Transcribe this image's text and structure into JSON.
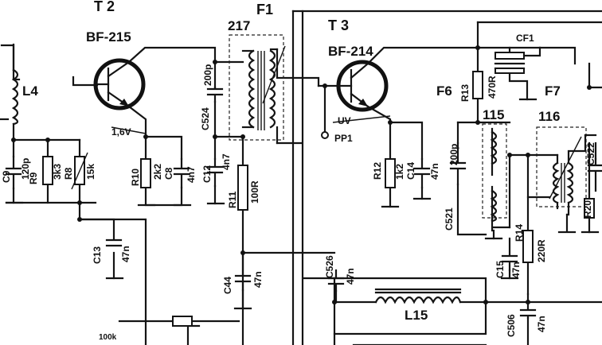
{
  "transistors": [
    {
      "ref": "T 2",
      "type": "BF-215"
    },
    {
      "ref": "T 3",
      "type": "BF-214"
    }
  ],
  "filters": [
    "F1",
    "F6",
    "F7",
    "CF1"
  ],
  "filter_codes": [
    "217",
    "115",
    "116"
  ],
  "inductors": [
    "L4",
    "L15"
  ],
  "resistors": {
    "R9": {
      "ref": "R9",
      "value": "3k3"
    },
    "R8": {
      "ref": "R8",
      "value": "15k"
    },
    "R10": {
      "ref": "R10",
      "value": "2k2"
    },
    "R11": {
      "ref": "R11",
      "value": "100R"
    },
    "R12": {
      "ref": "R12",
      "value": "1k2"
    },
    "R13": {
      "ref": "R13",
      "value": "470R"
    },
    "R14": {
      "ref": "R14",
      "value": "220R"
    },
    "R20": {
      "ref": "R20"
    },
    "R100k": {
      "value": "100k"
    }
  },
  "capacitors": {
    "C9": {
      "ref": "C9",
      "value": "120p"
    },
    "C8": {
      "ref": "C8",
      "value": "4n7"
    },
    "C524": {
      "ref": "C524",
      "value": "200p"
    },
    "C12": {
      "ref": "C12",
      "value": "4n7"
    },
    "C13": {
      "ref": "C13",
      "value": "47n"
    },
    "C44": {
      "ref": "C44",
      "value": "47n"
    },
    "C14": {
      "ref": "C14",
      "value": "47n"
    },
    "C521": {
      "ref": "C521",
      "value": "200p"
    },
    "C522": {
      "ref": "C522"
    },
    "C15": {
      "ref": "C15",
      "value": "47n"
    },
    "C526": {
      "ref": "C526",
      "value": "47n"
    },
    "C506": {
      "ref": "C506",
      "value": "47n"
    }
  },
  "test_points": {
    "voltage_t2": "1,6V",
    "voltage_t3": "UV",
    "pp1": "PP1"
  }
}
